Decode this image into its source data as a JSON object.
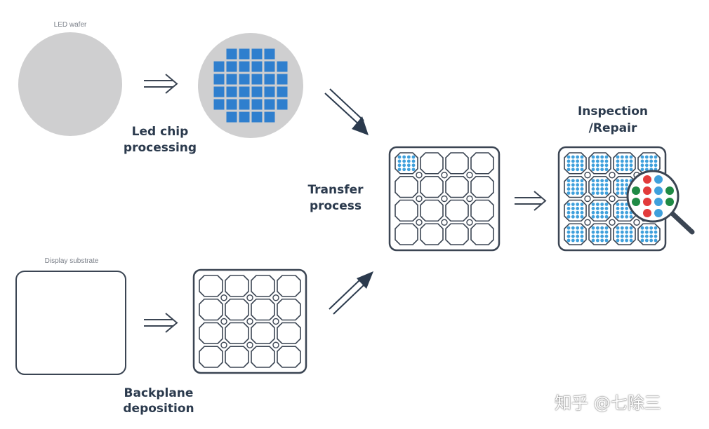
{
  "labels": {
    "led_wafer": "LED wafer",
    "led_chip_line1": "Led chip",
    "led_chip_line2": "processing",
    "display_substrate": "Display substrate",
    "backplane_line1": "Backplane",
    "backplane_line2": "deposition",
    "transfer_line1": "Transfer",
    "transfer_line2": "process",
    "inspection_line1": "Inspection",
    "inspection_line2": "/Repair"
  },
  "watermark": "知乎 @七除三",
  "colors": {
    "wafer_gray": "#cfcfd0",
    "chip_blue": "#2f7fce",
    "outline_dark": "#3b4553",
    "arrow_navy": "#2b3a4d",
    "pixel_red": "#e23b3b",
    "pixel_green": "#1f8a45",
    "pixel_blue": "#3fa0dc"
  }
}
